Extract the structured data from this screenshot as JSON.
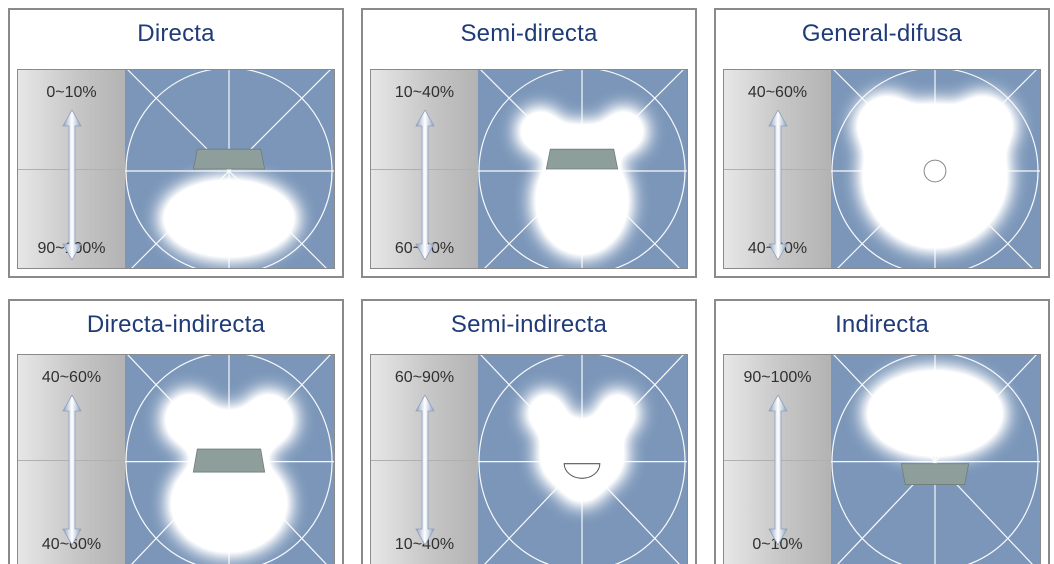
{
  "panels": [
    {
      "title": "Directa",
      "up": "0~10%",
      "down": "90~100%",
      "light": "down"
    },
    {
      "title": "Semi-directa",
      "up": "10~40%",
      "down": "60~90%",
      "light": "semi-down"
    },
    {
      "title": "General-difusa",
      "up": "40~60%",
      "down": "40~60%",
      "light": "diffuse"
    },
    {
      "title": "Directa-indirecta",
      "up": "40~60%",
      "down": "40~60%",
      "light": "both"
    },
    {
      "title": "Semi-indirecta",
      "up": "60~90%",
      "down": "10~40%",
      "light": "semi-up"
    },
    {
      "title": "Indirecta",
      "up": "90~100%",
      "down": "0~10%",
      "light": "up"
    }
  ],
  "colors": {
    "title": "#1f3b78",
    "diagram_background": "#7b96b9",
    "grid_lines": "#ffffff",
    "luminaire": "#8e9e9a"
  }
}
